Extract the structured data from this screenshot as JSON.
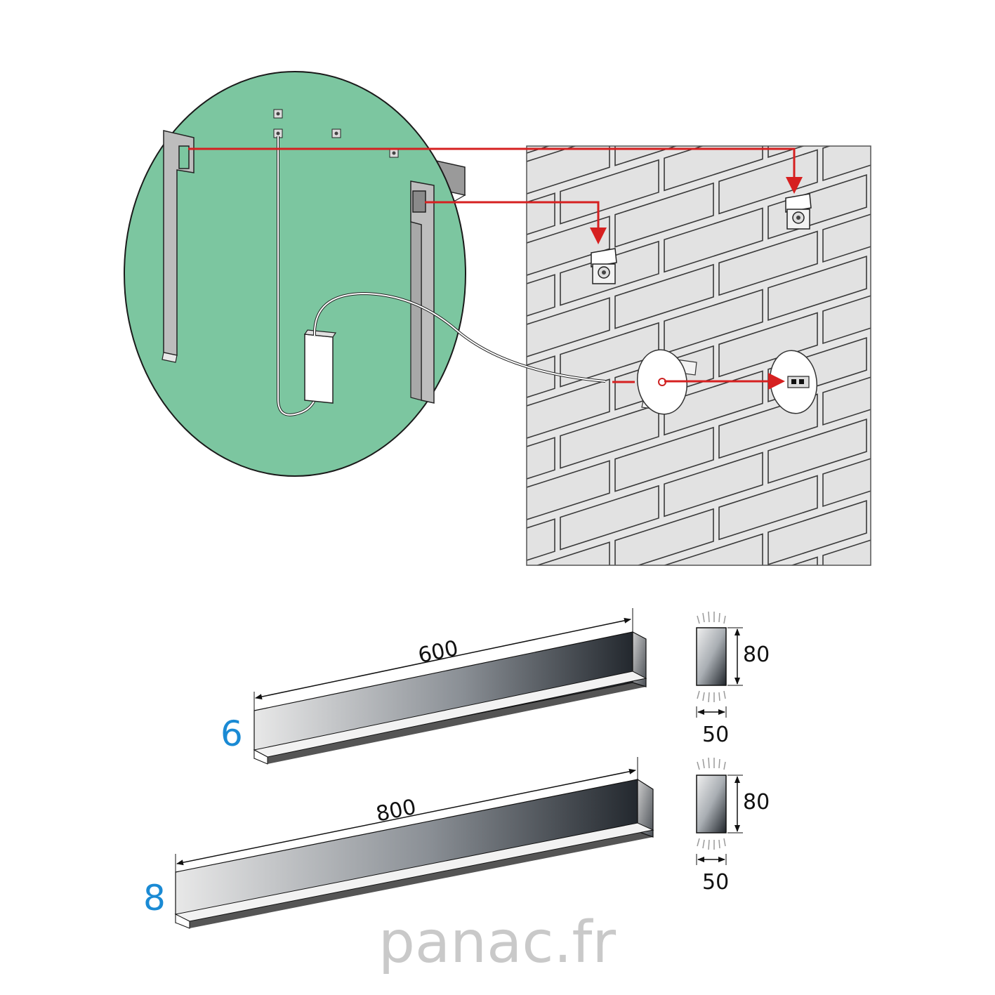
{
  "colors": {
    "mirror": "#7cc6a0",
    "wall": "#e6e6e6",
    "mortar": "#3a3a3a",
    "arrow": "#d62020",
    "model_number": "#1a8ad4",
    "logo": "#c9c9c9",
    "fixture_dark": "#2a2f35",
    "fixture_light": "#e8e8e8"
  },
  "icons": [
    "mounting-bracket-icon",
    "wall-clip-icon",
    "driver-box-icon",
    "junction-box-icon",
    "light-ray-icon"
  ],
  "fixtures": [
    {
      "model": "6",
      "length_label": "600",
      "height_label": "80",
      "depth_label": "50"
    },
    {
      "model": "8",
      "length_label": "800",
      "height_label": "80",
      "depth_label": "50"
    }
  ],
  "logo": {
    "text": "panac.fr"
  }
}
